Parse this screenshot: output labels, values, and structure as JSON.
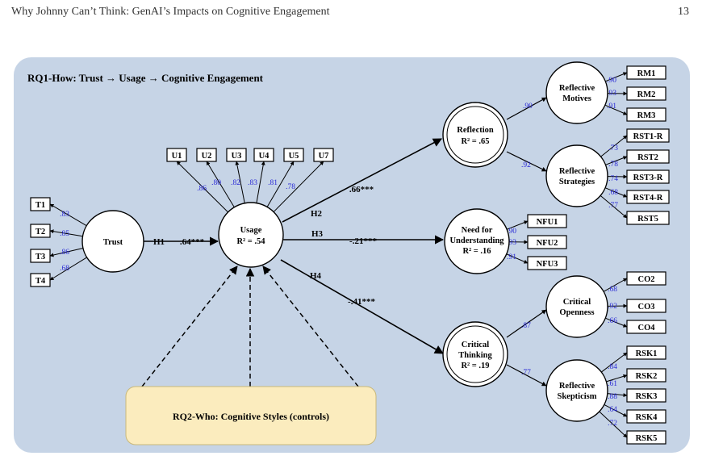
{
  "header": {
    "running_title": "Why Johnny Can’t Think: GenAI’s Impacts on Cognitive Engagement",
    "page_number": "13"
  },
  "diagram": {
    "panel_title": "RQ1-How: Trust → Usage → Cognitive Engagement",
    "controls_label": "RQ2-Who: Cognitive Styles (controls)",
    "constructs": {
      "trust": {
        "line1": "Trust",
        "line2": ""
      },
      "usage": {
        "line1": "Usage",
        "line2": "R² = .54"
      },
      "reflection": {
        "line1": "Reflection",
        "line2": "R² = .65"
      },
      "nfu": {
        "line1": "Need for",
        "line2": "Understanding",
        "line3": "R² = .16"
      },
      "critical_thinking": {
        "line1": "Critical",
        "line2": "Thinking",
        "line3": "R² = .19"
      },
      "reflective_motives": {
        "line1": "Reflective",
        "line2": "Motives"
      },
      "reflective_strategies": {
        "line1": "Reflective",
        "line2": "Strategies"
      },
      "critical_openness": {
        "line1": "Critical",
        "line2": "Openness"
      },
      "reflective_skepticism": {
        "line1": "Reflective",
        "line2": "Skepticism"
      }
    },
    "paths": [
      {
        "hyp": "H1",
        "coef": ".64***"
      },
      {
        "hyp": "H2",
        "coef": ".66***"
      },
      {
        "hyp": "H3",
        "coef": "-.21***"
      },
      {
        "hyp": "H4",
        "coef": "-.41***"
      }
    ],
    "second_order": [
      {
        "coef": ".90"
      },
      {
        "coef": ".92"
      },
      {
        "coef": ".87"
      },
      {
        "coef": ".77"
      }
    ],
    "indicators": {
      "trust": [
        {
          "label": "T1",
          "loading": ".83"
        },
        {
          "label": "T2",
          "loading": ".85"
        },
        {
          "label": "T3",
          "loading": ".86"
        },
        {
          "label": "T4",
          "loading": ".68"
        }
      ],
      "usage": [
        {
          "label": "U1",
          "loading": ".86"
        },
        {
          "label": "U2",
          "loading": ".80"
        },
        {
          "label": "U3",
          "loading": ".82"
        },
        {
          "label": "U4",
          "loading": ".83"
        },
        {
          "label": "U5",
          "loading": ".81"
        },
        {
          "label": "U7",
          "loading": ".78"
        }
      ],
      "reflective_motives": [
        {
          "label": "RM1",
          "loading": ".90"
        },
        {
          "label": "RM2",
          "loading": ".93"
        },
        {
          "label": "RM3",
          "loading": ".91"
        }
      ],
      "reflective_strategies": [
        {
          "label": "RST1-R",
          "loading": ".73"
        },
        {
          "label": "RST2",
          "loading": ".78"
        },
        {
          "label": "RST3-R",
          "loading": ".74"
        },
        {
          "label": "RST4-R",
          "loading": ".68"
        },
        {
          "label": "RST5",
          "loading": ".77"
        }
      ],
      "nfu": [
        {
          "label": "NFU1",
          "loading": ".90"
        },
        {
          "label": "NFU2",
          "loading": ".93"
        },
        {
          "label": "NFU3",
          "loading": ".91"
        }
      ],
      "critical_openness": [
        {
          "label": "CO2",
          "loading": ".68"
        },
        {
          "label": "CO3",
          "loading": ".92"
        },
        {
          "label": "CO4",
          "loading": ".66"
        }
      ],
      "reflective_skepticism": [
        {
          "label": "RSK1",
          "loading": ".84"
        },
        {
          "label": "RSK2",
          "loading": ".61"
        },
        {
          "label": "RSK3",
          "loading": ".88"
        },
        {
          "label": "RSK4",
          "loading": ".64"
        },
        {
          "label": "RSK5",
          "loading": ".72"
        }
      ]
    },
    "colors": {
      "panel_bg": "#c6d4e6",
      "controls_bg": "#fbecbe",
      "loading_text": "#2a2ad6"
    }
  }
}
